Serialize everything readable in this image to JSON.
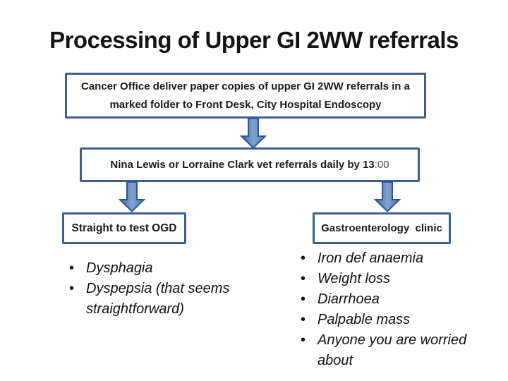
{
  "colors": {
    "title_text": "#141414",
    "box_border": "#40618C",
    "arrow_fill_dark": "#44699E",
    "arrow_fill_light": "#7FA2D0",
    "arrow_fill_mid": "#527CB1",
    "arrow_stroke": "#2E5493"
  },
  "slide": {
    "title": "Processing of Upper GI 2WW referrals",
    "bullet_glyph": "•",
    "flow": {
      "box1_lines": [
        "Cancer Office deliver paper copies of upper GI 2WW referrals in a",
        "marked folder to Front Desk, City Hospital Endoscopy"
      ],
      "box2_text": "Nina Lewis or Lorraine Clark vet referrals daily by 13",
      "box2_time_suffix": ":00",
      "left_box_label": "Straight to test OGD",
      "right_box_label": "Gastroenterology  clinic"
    },
    "ogd_list": [
      "Dysphagia",
      "Dyspepsia (that seems straightforward)"
    ],
    "clinic_list": [
      "Iron def anaemia",
      "Weight loss",
      "Diarrhoea",
      "Palpable mass",
      "Anyone you are worried about"
    ]
  }
}
